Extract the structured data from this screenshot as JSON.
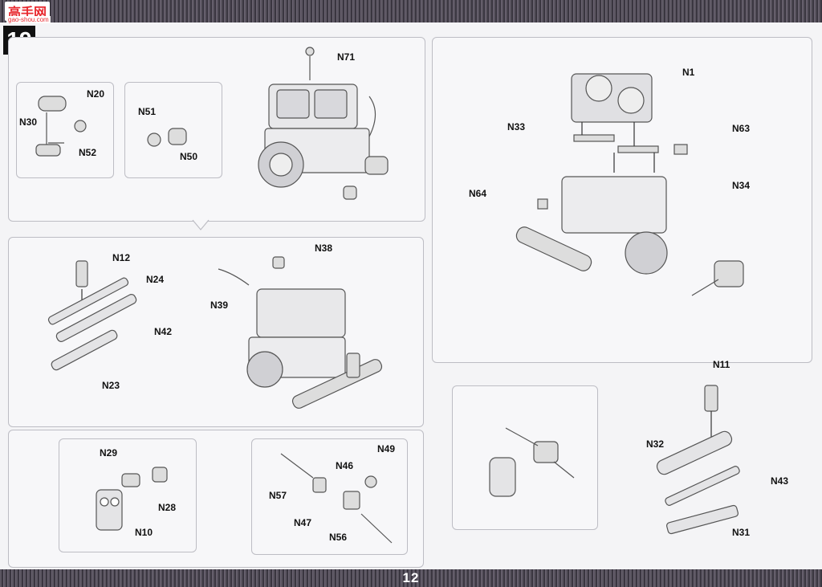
{
  "header": {
    "logo_text": "高手网",
    "logo_sub": "gao-shou.com",
    "step_number": "19"
  },
  "footer": {
    "page_number": "12"
  },
  "labels": {
    "n71": "N71",
    "n20": "N20",
    "n30": "N30",
    "n52": "N52",
    "n51": "N51",
    "n50": "N50",
    "n1": "N1",
    "n33": "N33",
    "n63": "N63",
    "n34": "N34",
    "n64": "N64",
    "n12": "N12",
    "n24": "N24",
    "n42": "N42",
    "n23": "N23",
    "n38": "N38",
    "n39": "N39",
    "n29": "N29",
    "n28": "N28",
    "n10": "N10",
    "n49": "N49",
    "n46": "N46",
    "n57": "N57",
    "n47": "N47",
    "n56": "N56",
    "n11": "N11",
    "n32": "N32",
    "n43": "N43",
    "n31": "N31"
  }
}
